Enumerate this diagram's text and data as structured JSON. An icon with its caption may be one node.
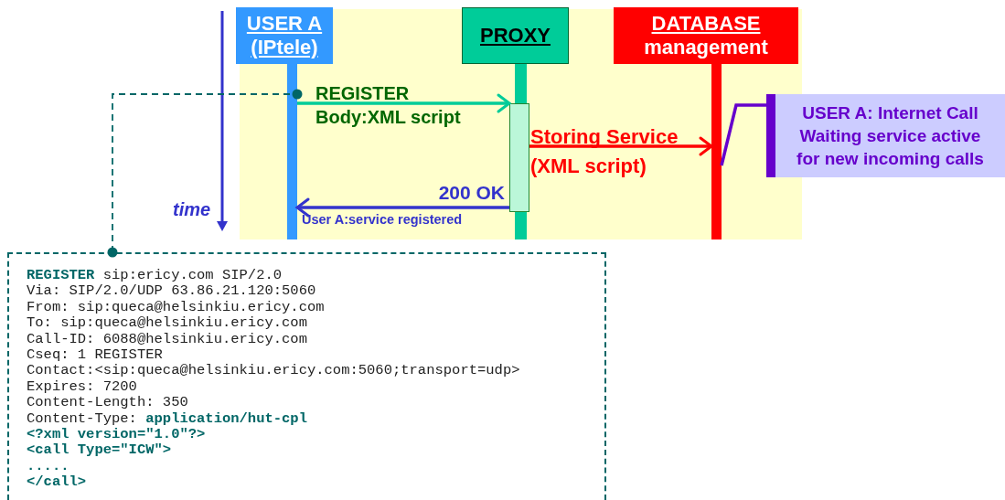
{
  "diagram": {
    "nodes": [
      {
        "text": [
          "USER A (IPtele)"
        ]
      },
      {
        "text": [],
        "shape": "bar"
      },
      {
        "text": [
          "PROXY"
        ]
      },
      {
        "text": [],
        "shape": "bar"
      },
      {
        "text": [],
        "shape": "box"
      },
      {
        "text": [
          "DATABASE",
          "management"
        ]
      },
      {
        "text": [],
        "shape": "bar"
      },
      {
        "text": [
          "USER A: Internet Call Waiting service active for new incoming calls"
        ]
      },
      {
        "text": [
          "**REGISTER** sip:ericy.com SIP/2.0",
          "Via: SIP/2.0/UDP 63.86.21.120:5060",
          "From: sip:queca@helsinkiu.ericy.com",
          "To: sip:queca@helsinkiu.ericy.com",
          "Call-ID: 6088@helsinkiu.ericy.com",
          "Cseq: 1 REGISTER",
          "Contact:<sip:queca@helsinkiu.ericy.com:5060;transport=udp>",
          "Expires: 7200",
          "Content-Length: 350",
          "Content-Type: **application/hut-cpl**",
          "**<?xml version=\"1.0\"?>**",
          "**<call Type=\"ICW\">**",
          "**.....**",
          "**</call>**"
        ]
      }
    ],
    "edges": [
      {
        "from": 1,
        "to": 4,
        "arrow": "to",
        "label": "REGISTER Body:XML script",
        "color": "#00cc99"
      },
      {
        "from": 4,
        "to": 6,
        "arrow": "to",
        "label": "Storing Service (XML script)",
        "color": "#ff0000"
      },
      {
        "from": 4,
        "to": 1,
        "arrow": "to",
        "label": "200 OK",
        "color": "#3333cc"
      },
      {
        "from": 7,
        "to": 6,
        "arrow": "none",
        "color": "#6600cc"
      },
      {
        "from": 8,
        "to": 1,
        "arrow": "other",
        "style": "dashed",
        "color": "#006666"
      }
    ],
    "labels": [
      "User A:service registered",
      "time"
    ]
  }
}
